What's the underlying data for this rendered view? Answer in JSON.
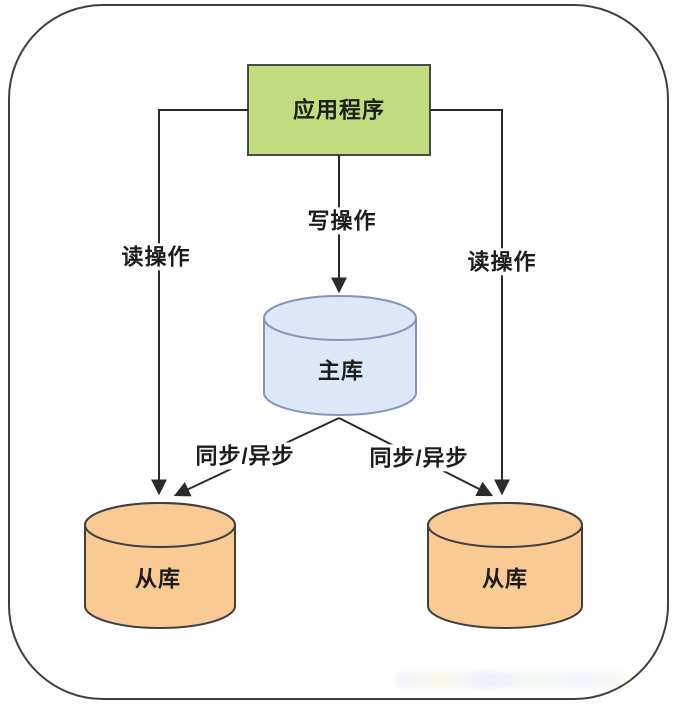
{
  "diagram": {
    "type": "database-replication-architecture",
    "nodes": {
      "application": {
        "label": "应用程序",
        "shape": "rectangle"
      },
      "master_db": {
        "label": "主库",
        "shape": "cylinder"
      },
      "slave_db_left": {
        "label": "从库",
        "shape": "cylinder"
      },
      "slave_db_right": {
        "label": "从库",
        "shape": "cylinder"
      }
    },
    "edges": {
      "write": {
        "label": "写操作",
        "from": "application",
        "to": "master_db"
      },
      "read_left": {
        "label": "读操作",
        "from": "application",
        "to": "slave_db_left"
      },
      "read_right": {
        "label": "读操作",
        "from": "application",
        "to": "slave_db_right"
      },
      "sync_left": {
        "label": "同步/异步",
        "from": "master_db",
        "to": "slave_db_left"
      },
      "sync_right": {
        "label": "同步/异步",
        "from": "master_db",
        "to": "slave_db_right"
      }
    },
    "colors": {
      "application_fill": "#c1dd7f",
      "application_border": "#4a4a4a",
      "master_fill": "#dce8f8",
      "master_border": "#8696bb",
      "slave_fill": "#f9ca94",
      "slave_border": "#3f3f3f",
      "line": "#2b2b2b",
      "frame_border": "#3f3f3f",
      "background": "#ffffff"
    }
  }
}
